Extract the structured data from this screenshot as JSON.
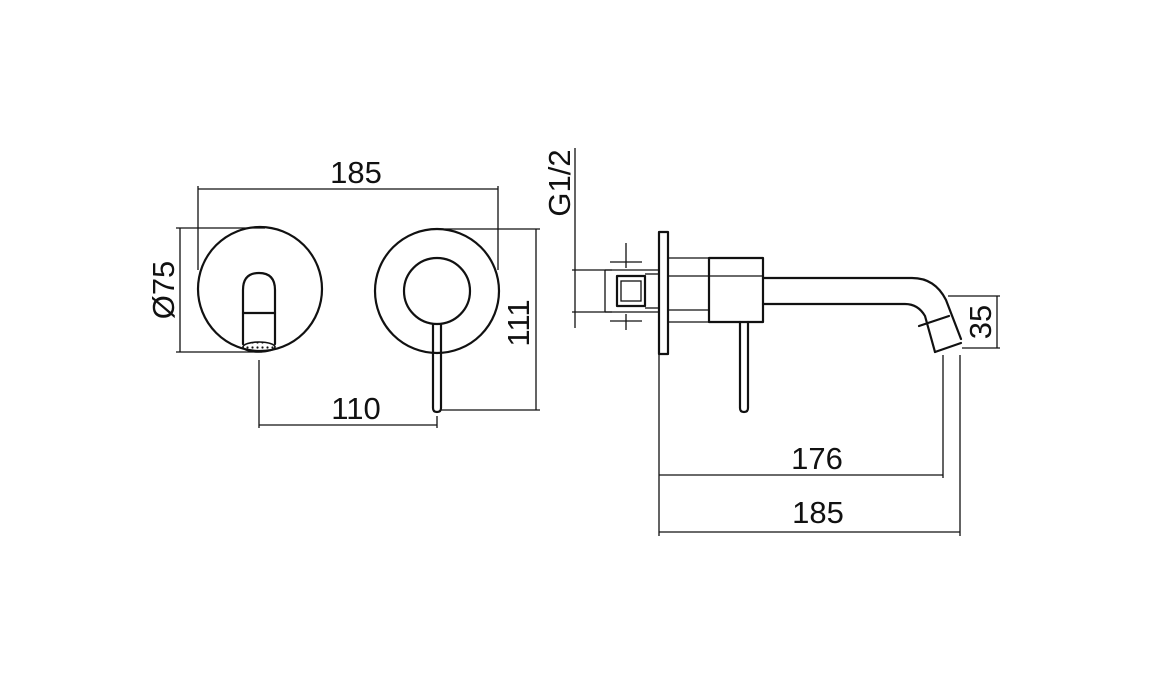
{
  "colors": {
    "ink": "#111111",
    "background": "#ffffff"
  },
  "front_view": {
    "width_label": "185",
    "diameter_label": "Ø75",
    "spacing_label": "110",
    "height_label": "111"
  },
  "side_view": {
    "thread_label": "G1/2",
    "spout_drop_label": "35",
    "projection_label": "176",
    "overall_label": "185"
  }
}
